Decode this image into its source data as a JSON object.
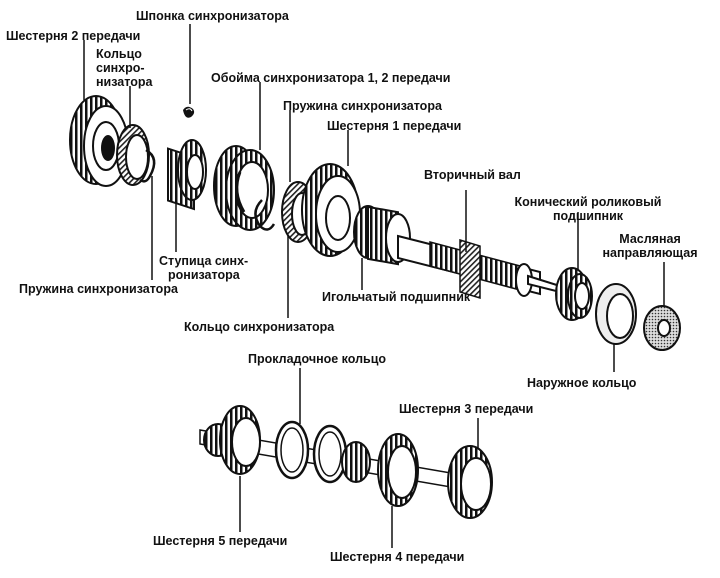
{
  "labels": {
    "shponka": "Шпонка синхронизатора",
    "gear2": "Шестерня 2 передачи",
    "sync_ring_top_1": "Кольцо",
    "sync_ring_top_2": "синхро-",
    "sync_ring_top_3": "низатора",
    "sleeve12": "Обойма синхронизатора 1, 2 передачи",
    "spring_top": "Пружина синхронизатора",
    "gear1": "Шестерня 1 передачи",
    "output_shaft": "Вторичный вал",
    "taper_bearing_1": "Конический роликовый",
    "taper_bearing_2": "подшипник",
    "oil_guide_1": "Масляная",
    "oil_guide_2": "направляющая",
    "hub_1": "Ступица синх-",
    "hub_2": "ронизатора",
    "spring_left": "Пружина синхронизатора",
    "needle_bearing": "Игольчатый подшипник",
    "sync_ring_bottom": "Кольцо синхронизатора",
    "spacer_ring": "Прокладочное кольцо",
    "outer_race": "Наружное кольцо",
    "gear3": "Шестерня 3 передачи",
    "gear5": "Шестерня 5 передачи",
    "gear4": "Шестерня 4 передачи"
  },
  "colors": {
    "ink": "#111111",
    "paper": "#ffffff",
    "shade": "#9a9a9a"
  }
}
